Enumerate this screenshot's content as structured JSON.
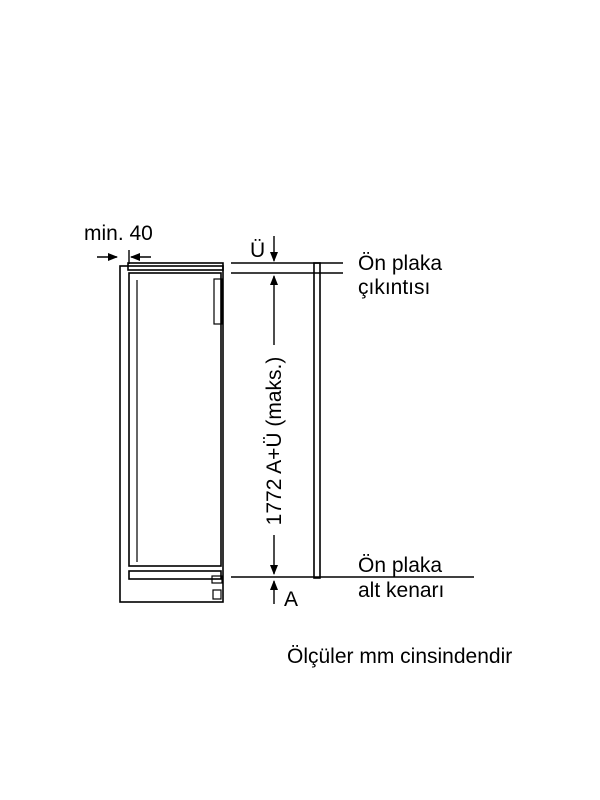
{
  "labels": {
    "min_gap": "min. 40",
    "overhang_symbol": "Ü",
    "front_panel_overhang_line1": "Ön plaka",
    "front_panel_overhang_line2": "çıkıntısı",
    "height_dimension": "1772 A+Ü (maks.)",
    "front_panel_bottom_line1": "Ön plaka",
    "front_panel_bottom_line2": "alt kenarı",
    "bottom_symbol": "A",
    "units_note": "Ölçüler mm cinsindendir"
  },
  "colors": {
    "line": "#000000",
    "background": "#ffffff"
  }
}
